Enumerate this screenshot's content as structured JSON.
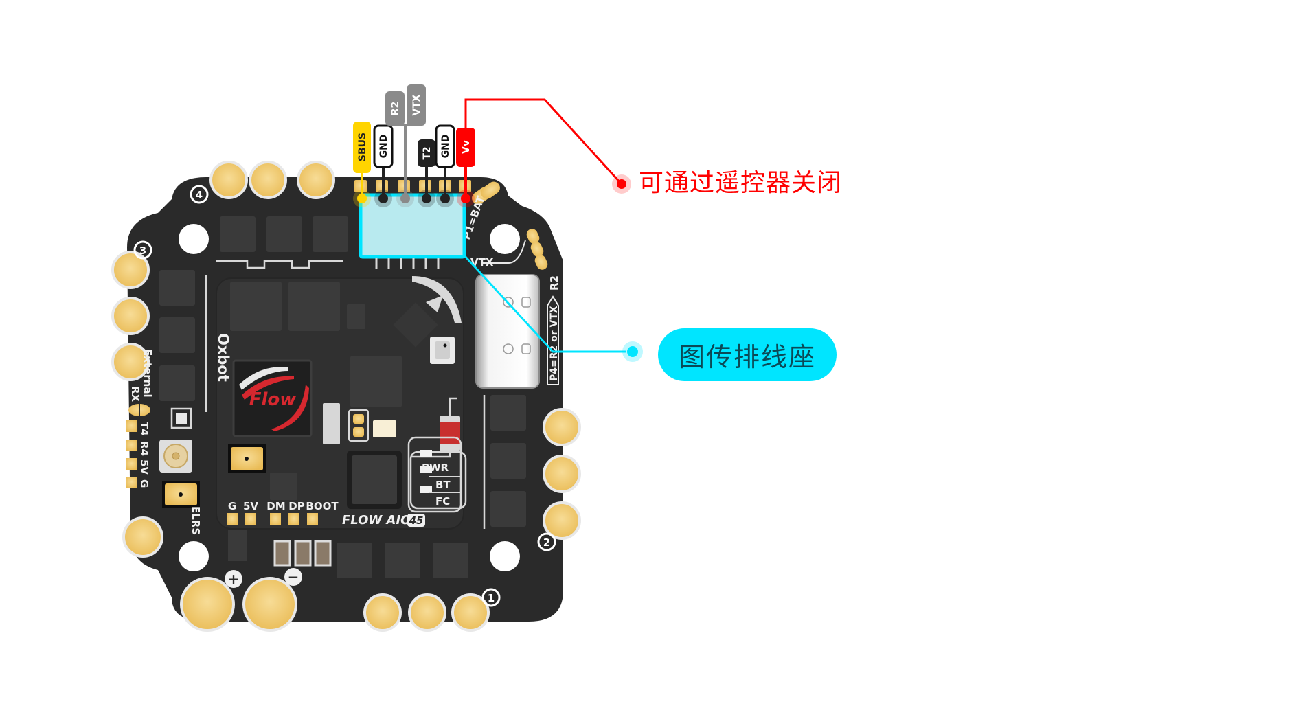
{
  "diagram": {
    "subject": "FLOW AIO 45 flight controller board",
    "colors": {
      "board": "#2b2b2b",
      "pad_gold": "#f2c867",
      "callout_red": "#ff0000",
      "callout_cyan": "#00e5ff",
      "connector_fill": "#b8eaef"
    },
    "callouts": {
      "red": {
        "text": "可通过遥控器关闭",
        "color": "#ff0000"
      },
      "cyan": {
        "text": "图传排线座",
        "color": "#00e5ff"
      }
    },
    "pin_labels": [
      {
        "text": "SBUS",
        "fill": "#ffd400",
        "text_color": "#222222"
      },
      {
        "text": "GND",
        "fill": "#ffffff",
        "text_color": "#111111"
      },
      {
        "text": "R2",
        "fill": "#8a8a8a",
        "text_color": "#ffffff"
      },
      {
        "text": "VTX",
        "fill": "#8a8a8a",
        "text_color": "#ffffff"
      },
      {
        "text": "T2",
        "fill": "#222222",
        "text_color": "#ffffff"
      },
      {
        "text": "GND",
        "fill": "#ffffff",
        "text_color": "#111111"
      },
      {
        "text": "Vv",
        "fill": "#ff0000",
        "text_color": "#ffffff"
      }
    ],
    "silkscreen": {
      "brand": "Oxbot",
      "chip_logo": "Flow",
      "model": "FLOW AIO",
      "model_badge": "45",
      "external_rx": "External",
      "rx": "RX",
      "rx_pads": [
        "T4",
        "R4",
        "5V",
        "G"
      ],
      "elrs": "ELRS",
      "usb_pads": [
        "G",
        "5V",
        "DM",
        "DP",
        "BOOT"
      ],
      "leds": [
        "PWR",
        "BT",
        "FC"
      ],
      "p1_note": "P1=BAT",
      "vtx_label": "VTX",
      "r2_label": "R2",
      "p4_note": "P4=R2 or VTX",
      "motor_numbers": [
        "1",
        "2",
        "3",
        "4"
      ],
      "plus": "+",
      "minus": "−"
    }
  }
}
